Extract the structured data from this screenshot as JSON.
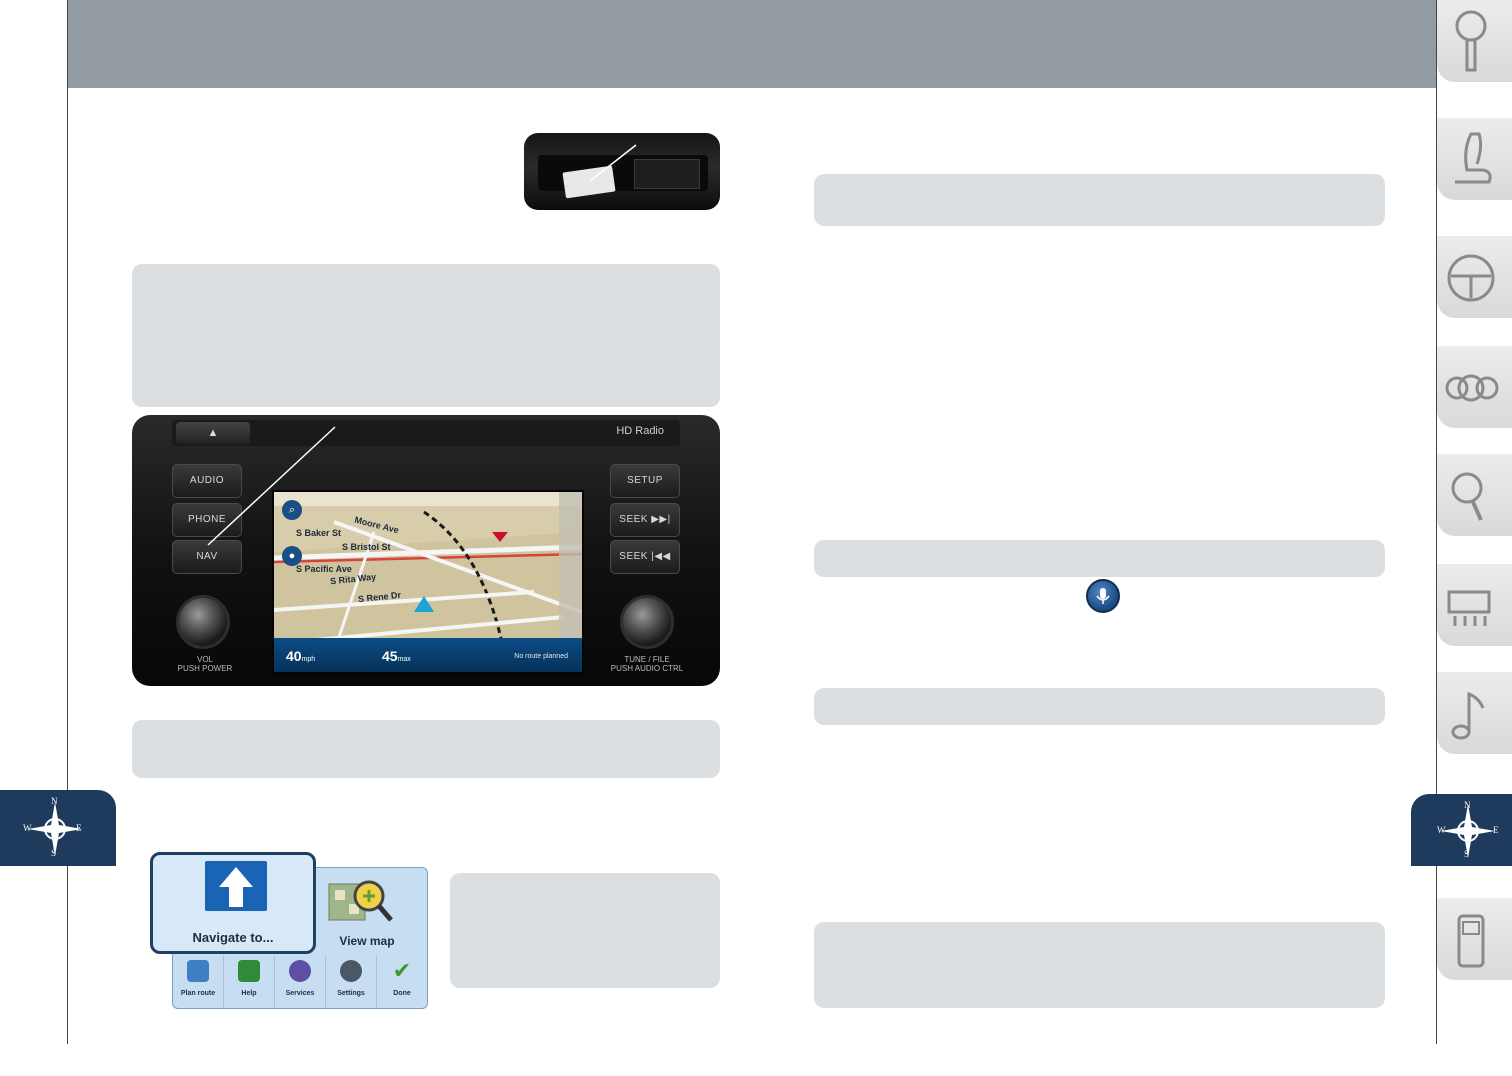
{
  "head_unit": {
    "hd_radio": "HD Radio",
    "buttons_left": [
      "AUDIO",
      "PHONE",
      "NAV"
    ],
    "buttons_right": [
      "SETUP",
      "SEEK ▶▶|",
      "SEEK |◀◀"
    ],
    "knob_left_label": "VOL\nPUSH POWER",
    "knob_right_label": "TUNE / FILE\nPUSH AUDIO CTRL",
    "screen": {
      "streets": [
        "S Baker St",
        "Moore Ave",
        "S Bristol St",
        "S Pacific Ave",
        "S Rita Way",
        "S Rene Dr"
      ],
      "speed": "40",
      "speed_unit": "mph",
      "limit": "45",
      "limit_unit": "max",
      "route_status": "No route planned"
    }
  },
  "menu": {
    "navigate": "Navigate to...",
    "view_map": "View map",
    "items": [
      "Plan route",
      "Help",
      "Services",
      "Settings",
      "Done"
    ]
  },
  "compass": {
    "n": "N",
    "s": "S",
    "e": "E",
    "w": "W"
  },
  "side_tabs": [
    "key-icon",
    "seat-icon",
    "steering-wheel-icon",
    "gauges-icon",
    "magnifier-icon",
    "climate-icon",
    "music-note-icon",
    "compass-icon",
    "phone-icon"
  ],
  "colors": {
    "header": "#939ba2",
    "box": "#dcdfe2",
    "compass_tab": "#1e3a5c"
  }
}
